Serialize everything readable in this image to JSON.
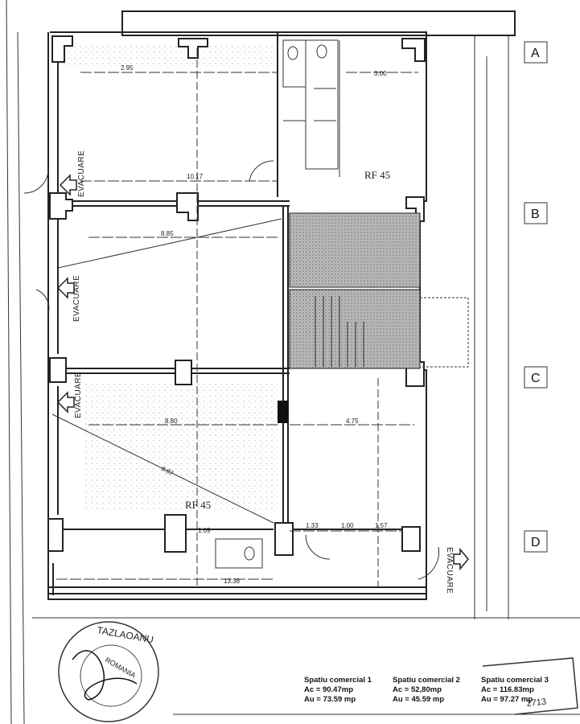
{
  "axes": [
    "A",
    "B",
    "C",
    "D"
  ],
  "evacuation_label": "EVACUARE",
  "fire_rating_label": "RF 45",
  "dimensions": {
    "top_room_width": "2.95",
    "top_room_length": "10.17",
    "right_room_width": "3.00",
    "middle_room_width": "8.85",
    "lower_room_width": "8.80",
    "lower_diagonal": "8.87",
    "right_lower_width": "4.75",
    "bottom_length": "13.38",
    "door_a": "1.33",
    "door_b": "1.00",
    "door_c": "1.57",
    "door_d": "1.09"
  },
  "legend": [
    {
      "title": "Spatiu comercial 1",
      "ac": "Ac = 90.47mp",
      "au": "Au = 73.59 mp"
    },
    {
      "title": "Spatiu comercial 2",
      "ac": "Ac = 52,80mp",
      "au": "Au = 45.59 mp"
    },
    {
      "title": "Spatiu comercial 3",
      "ac": "Ac = 116.83mp",
      "au": "Au = 97.27 mp"
    }
  ],
  "stamp": {
    "name": "TAZLAOANU",
    "country": "ROMANIA",
    "number": "2713"
  },
  "colors": {
    "ink": "#222222",
    "hatch": "#9a9a9a",
    "paper": "#ffffff"
  }
}
